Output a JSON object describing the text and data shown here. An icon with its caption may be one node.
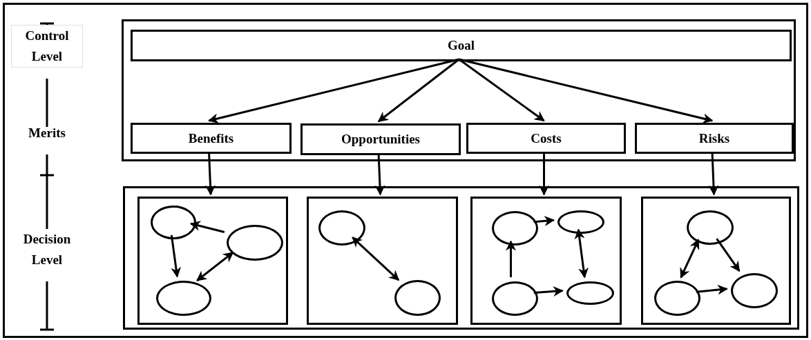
{
  "diagram": {
    "nodes": [
      {
        "text": [],
        "shape": "box"
      },
      {
        "text": [
          "Goal"
        ],
        "in": 0
      },
      {
        "text": [
          "Benefits"
        ],
        "in": 0
      },
      {
        "text": [
          "Opportunities"
        ],
        "in": 0
      },
      {
        "text": [
          "Costs"
        ],
        "in": 0
      },
      {
        "text": [
          "Risks"
        ],
        "in": 0
      },
      {
        "text": [],
        "shape": "box"
      },
      {
        "text": [],
        "shape": "box",
        "in": 6
      },
      {
        "text": [],
        "shape": "box",
        "in": 6
      },
      {
        "text": [],
        "shape": "box",
        "in": 6
      },
      {
        "text": [],
        "shape": "box",
        "in": 6
      },
      {
        "text": [],
        "shape": "ellipse",
        "in": 7
      },
      {
        "text": [],
        "shape": "ellipse",
        "in": 7
      },
      {
        "text": [],
        "shape": "ellipse",
        "in": 7
      },
      {
        "text": [],
        "shape": "ellipse",
        "in": 8
      },
      {
        "text": [],
        "shape": "ellipse",
        "in": 8
      },
      {
        "text": [],
        "shape": "ellipse",
        "in": 9
      },
      {
        "text": [],
        "shape": "ellipse",
        "in": 9
      },
      {
        "text": [],
        "shape": "ellipse",
        "in": 9
      },
      {
        "text": [],
        "shape": "ellipse",
        "in": 9
      },
      {
        "text": [],
        "shape": "ellipse",
        "in": 10
      },
      {
        "text": [],
        "shape": "ellipse",
        "in": 10
      },
      {
        "text": [],
        "shape": "ellipse",
        "in": 10
      }
    ],
    "edges": [
      {
        "from": 1,
        "to": 2,
        "arrow": "to"
      },
      {
        "from": 1,
        "to": 3,
        "arrow": "to"
      },
      {
        "from": 1,
        "to": 4,
        "arrow": "to"
      },
      {
        "from": 1,
        "to": 5,
        "arrow": "to"
      },
      {
        "from": 2,
        "to": 7,
        "arrow": "to"
      },
      {
        "from": 3,
        "to": 8,
        "arrow": "to"
      },
      {
        "from": 4,
        "to": 9,
        "arrow": "to"
      },
      {
        "from": 5,
        "to": 10,
        "arrow": "to"
      },
      {
        "from": 11,
        "to": 13,
        "arrow": "to"
      },
      {
        "from": 12,
        "to": 11,
        "arrow": "to"
      },
      {
        "from": 13,
        "to": 12,
        "arrow": "both"
      },
      {
        "from": 14,
        "to": 15,
        "arrow": "both"
      },
      {
        "from": 18,
        "to": 16,
        "arrow": "to"
      },
      {
        "from": 16,
        "to": 17,
        "arrow": "to"
      },
      {
        "from": 17,
        "to": 19,
        "arrow": "both"
      },
      {
        "from": 18,
        "to": 19,
        "arrow": "to"
      },
      {
        "from": 20,
        "to": 21,
        "arrow": "to"
      },
      {
        "from": 20,
        "to": 22,
        "arrow": "both"
      },
      {
        "from": 22,
        "to": 21,
        "arrow": "to"
      }
    ],
    "labels": [
      "Control Level",
      "Merits",
      "Decision Level"
    ]
  }
}
